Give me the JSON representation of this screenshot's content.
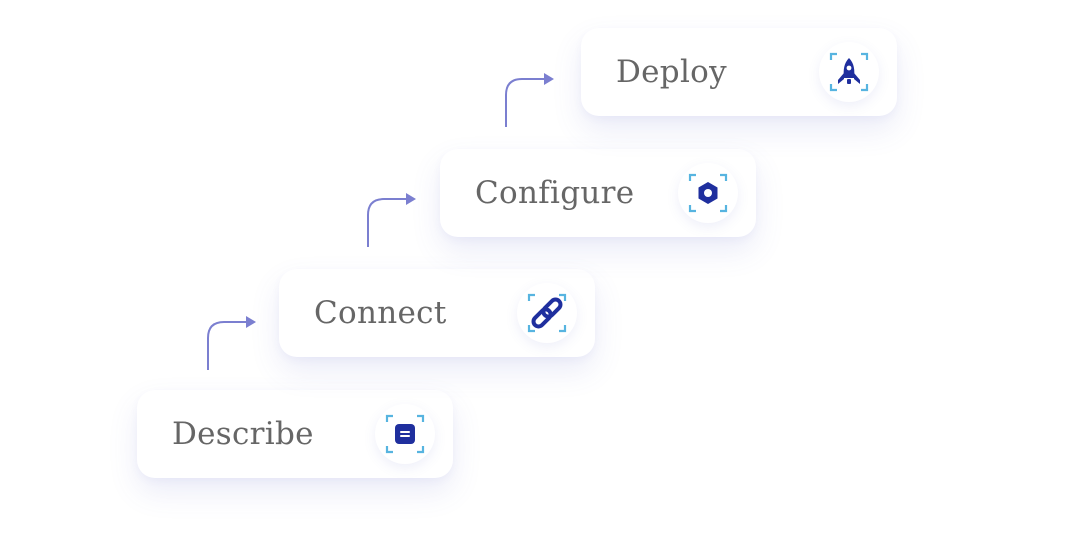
{
  "steps": [
    {
      "label": "Describe",
      "icon": "document-icon"
    },
    {
      "label": "Connect",
      "icon": "link-icon"
    },
    {
      "label": "Configure",
      "icon": "hexagon-nut-icon"
    },
    {
      "label": "Deploy",
      "icon": "rocket-icon"
    }
  ],
  "colors": {
    "icon_primary": "#1f2f9e",
    "icon_frame": "#57b4e0",
    "arrow": "#7b7fd0",
    "label_text": "#666666"
  }
}
